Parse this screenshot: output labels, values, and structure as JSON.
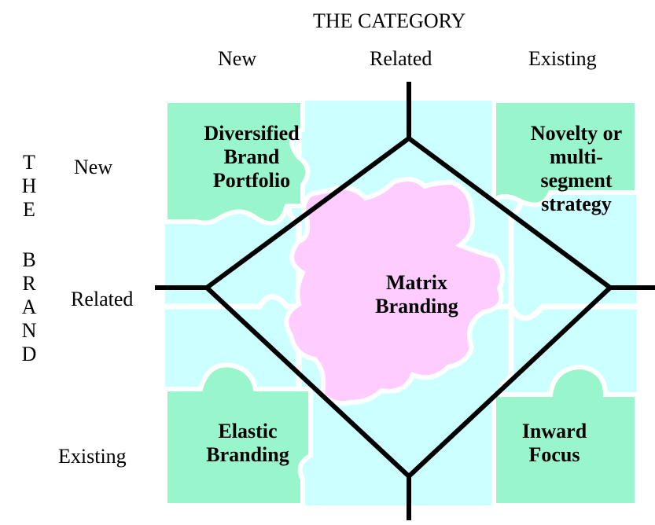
{
  "category": {
    "title": "THE CATEGORY",
    "columns": [
      "New",
      "Related",
      "Existing"
    ]
  },
  "brand": {
    "title_letters": [
      "T",
      "H",
      "E",
      "",
      "B",
      "R",
      "A",
      "N",
      "D"
    ],
    "rows": [
      "New",
      "Related",
      "Existing"
    ]
  },
  "quadrants": {
    "top_left": "Diversified Brand Portfolio",
    "top_right": "Novelty or multi-segment strategy",
    "center": "Matrix Branding",
    "bottom_left": "Elastic Branding",
    "bottom_right": "Inward Focus"
  },
  "colors": {
    "green_piece": "#99f5cc",
    "cyan_piece": "#ccffff",
    "pink_piece": "#ffccff",
    "piece_border": "#ffffff",
    "lines": "#000000"
  }
}
